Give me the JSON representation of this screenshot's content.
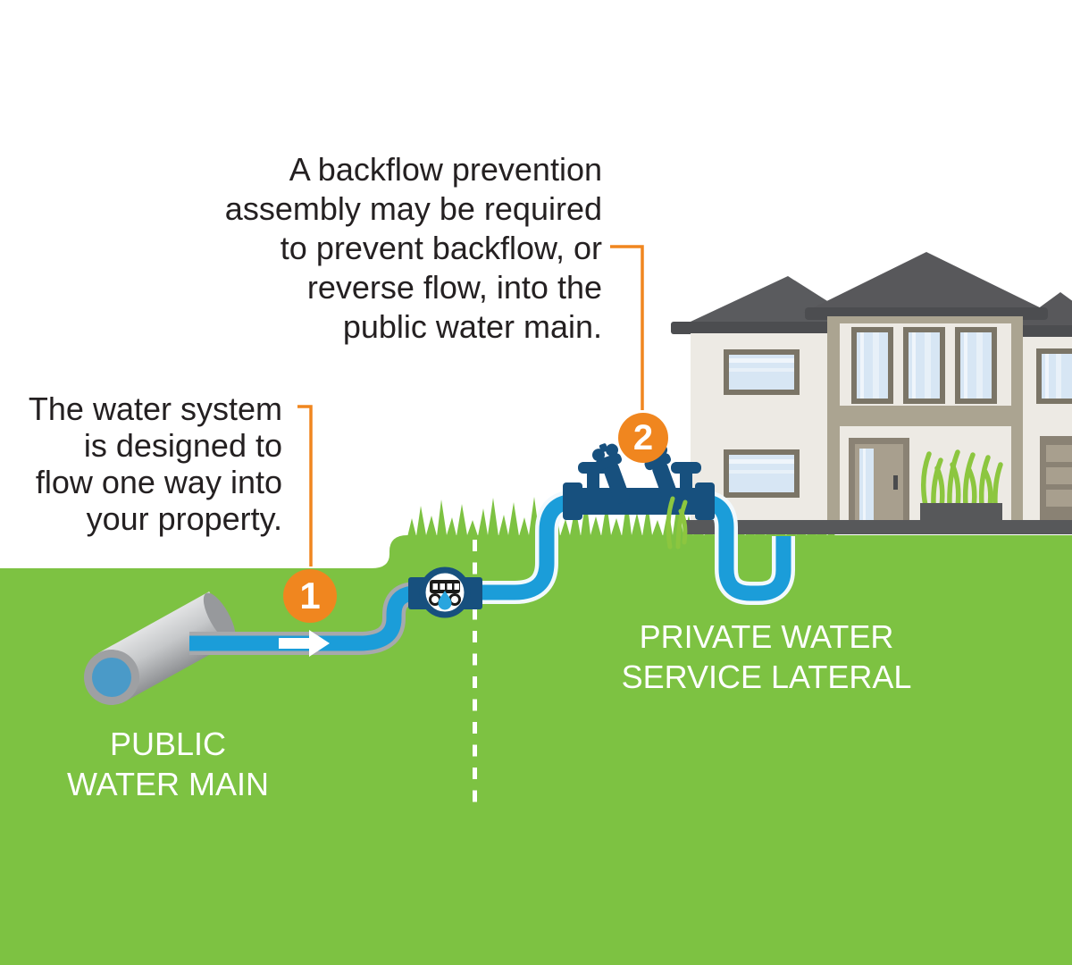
{
  "callouts": {
    "backflow_note": {
      "lines": [
        "A backflow prevention",
        "assembly may be required",
        "to prevent backflow, or",
        "reverse flow, into the",
        "public water main."
      ]
    },
    "one_way_note": {
      "lines": [
        "The water system",
        "is designed to",
        "flow one way into",
        "your property."
      ]
    }
  },
  "labels": {
    "public_water_main": {
      "lines": [
        "PUBLIC",
        "WATER MAIN"
      ]
    },
    "private_service_lateral": {
      "lines": [
        "PRIVATE WATER",
        "SERVICE LATERAL"
      ]
    }
  },
  "badges": {
    "step1": "1",
    "step2": "2"
  },
  "icons": {
    "water_meter": "water-meter-icon",
    "backflow_preventer": "backflow-preventer-icon",
    "flow_arrow": "flow-direction-arrow-icon",
    "water_drop": "water-drop-icon",
    "house": "house-illustration"
  },
  "colors": {
    "field_green": "#7DC242",
    "bright_grass_green": "#8CC63F",
    "pipe_blue": "#1B9DD9",
    "navy": "#17507E",
    "accent_orange": "#F0861F",
    "roof_gray": "#5A5B5D",
    "roof_eave_gray": "#4C4D50",
    "wall_cream": "#EDEAE4",
    "trim_taupe": "#ABA491",
    "window_frame": "#7B7567",
    "window_pane": "#D7E6F4",
    "foundation_gray": "#57585A",
    "main_pipe_gray": "#C6C8CA",
    "main_opening_blue": "#4A9AC8",
    "text_dark": "#242021",
    "label_white": "#FFFFFF"
  }
}
